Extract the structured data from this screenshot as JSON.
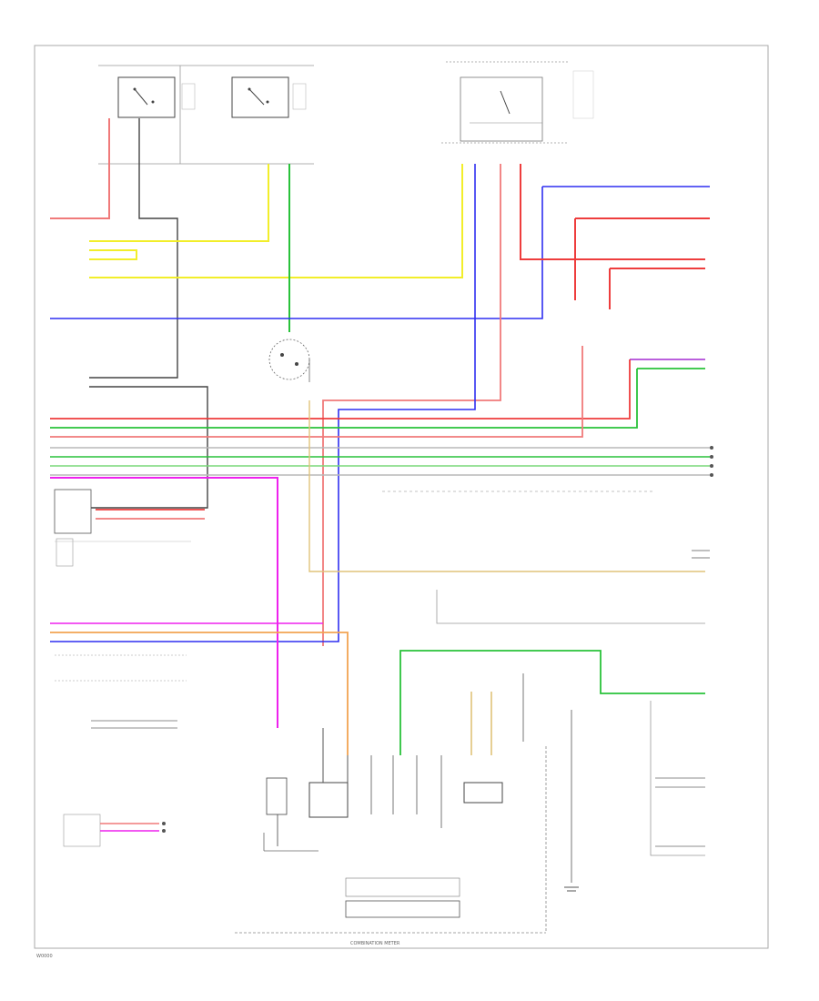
{
  "diagram": {
    "footer_code": "W0000",
    "bottom_caption": "COMBINATION METER",
    "colors": {
      "red": "#ee3d3d",
      "pink_red": "#f07a7a",
      "yellow": "#f2ee2a",
      "green": "#29c23a",
      "blue": "#2f2ff0",
      "magenta": "#ee22ee",
      "orange": "#f2a452",
      "tan": "#e0c37a",
      "gray": "#444444",
      "light_gray": "#b8b8b8",
      "line": "#555555"
    },
    "components": [
      "left-horizontal-switch",
      "right-horizontal-switch",
      "top-right-switch-block",
      "left-connector-block",
      "center-sensor",
      "left-side-module",
      "left-lower-connectors",
      "bottom-left-connector",
      "speaker",
      "meter-module-1",
      "combination-meter",
      "meter-module-2",
      "right-ground",
      "right-connectors",
      "bottom-box"
    ]
  }
}
